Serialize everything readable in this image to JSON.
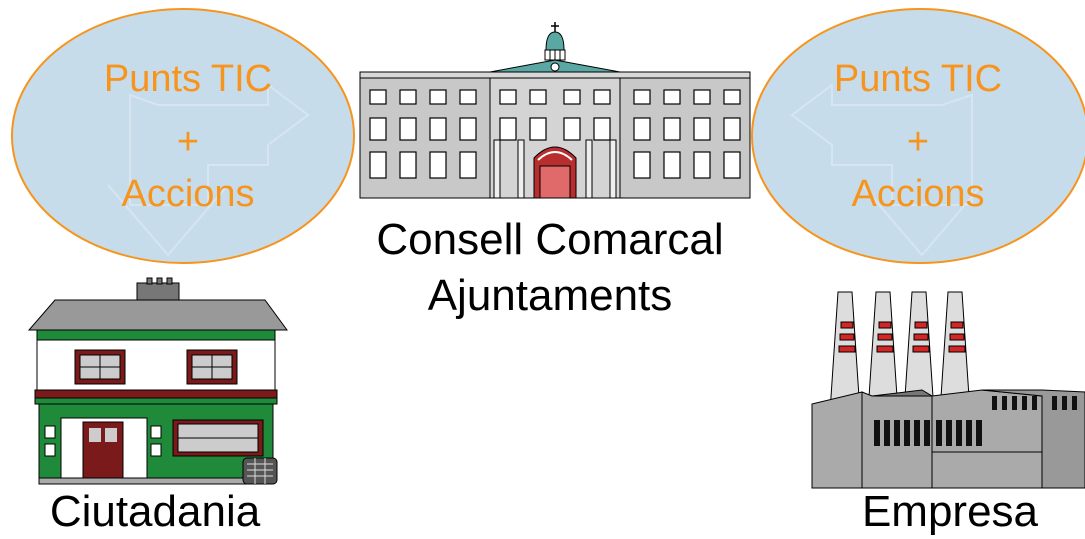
{
  "left_bubble": {
    "line1": "Punts TIC",
    "line2": "+",
    "line3": "Accions"
  },
  "right_bubble": {
    "line1": "Punts TIC",
    "line2": "+",
    "line3": "Accions"
  },
  "center_caption": {
    "line1": "Consell Comarcal",
    "line2": "Ajuntaments"
  },
  "left_caption": "Ciutadania",
  "right_caption": "Empresa",
  "colors": {
    "bubble_fill": "#C7DCEB",
    "bubble_stroke": "#F7941D",
    "bubble_text": "#F7941D",
    "caption_text": "#000000"
  }
}
